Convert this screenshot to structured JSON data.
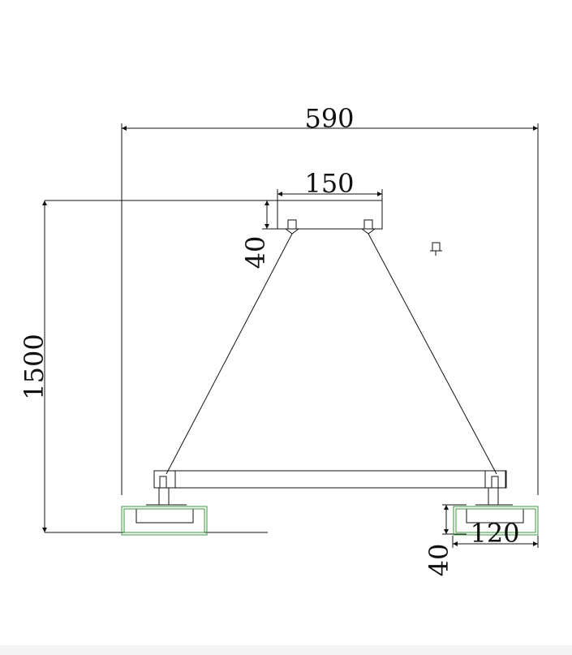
{
  "dimensions": {
    "overall_width": "590",
    "canopy_width": "150",
    "canopy_height": "40",
    "overall_height": "1500",
    "fixture_depth": "120",
    "fixture_height": "40"
  },
  "colors": {
    "line": "#111111",
    "accent_green": "#3a9a3a"
  },
  "icons": {
    "small_symbol": "plug-icon"
  }
}
